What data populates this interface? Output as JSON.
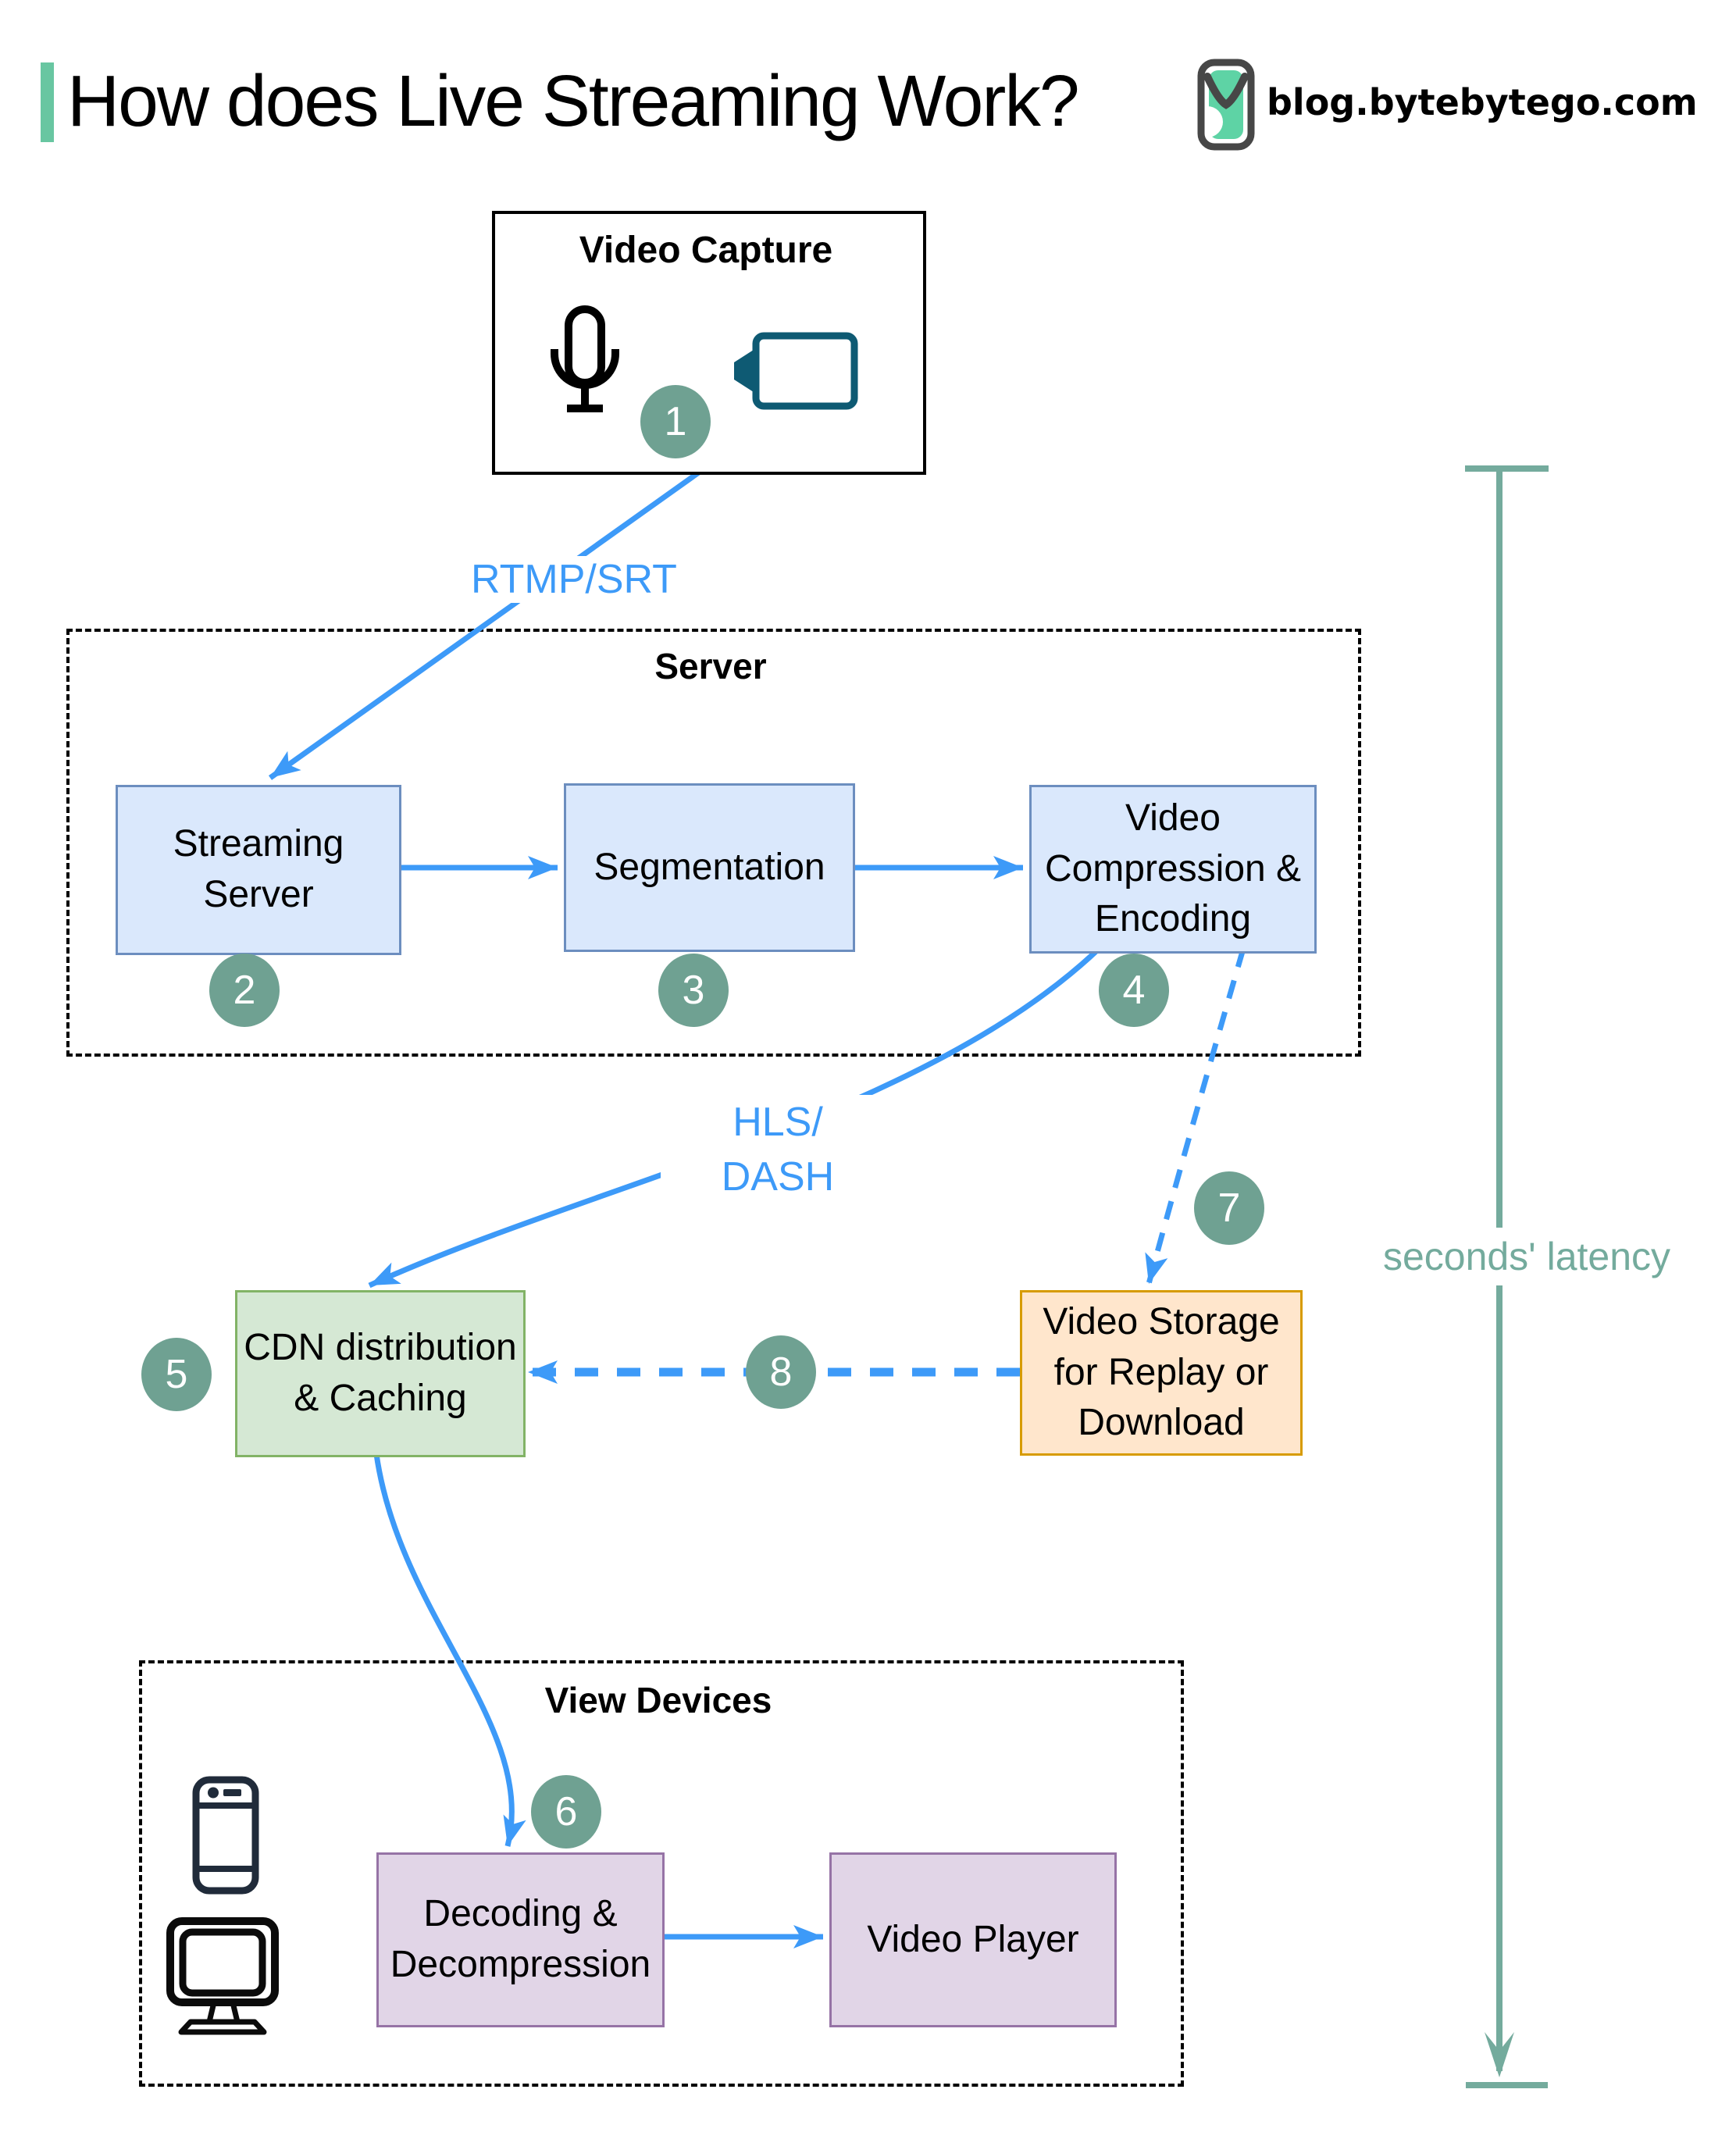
{
  "header": {
    "title": "How does Live Streaming Work?",
    "site": "blog.bytebytego.com"
  },
  "sections": {
    "server": "Server",
    "view_devices": "View Devices"
  },
  "nodes": {
    "video_capture": "Video Capture",
    "streaming_server": "Streaming Server",
    "segmentation": "Segmentation",
    "video_compression": "Video Compression & Encoding",
    "cdn": "CDN distribution & Caching",
    "video_storage": "Video Storage for Replay or Download",
    "decoding": "Decoding & Decompression",
    "video_player": "Video Player"
  },
  "edge_labels": {
    "rtmp": "RTMP/SRT",
    "hls": "HLS/\nDASH",
    "latency": "seconds' latency"
  },
  "steps": [
    "1",
    "2",
    "3",
    "4",
    "5",
    "6",
    "7",
    "8"
  ],
  "icons": {
    "bytebytego_logo": "rounded-cup-logo",
    "microphone": "mic-outline",
    "video_camera": "camera-outline",
    "smartphone": "phone-outline",
    "monitor": "desktop-monitor-outline"
  },
  "colors": {
    "accent": "#68C6A1",
    "arrow": "#3D9AF8",
    "step": "#6FA192",
    "latency": "#74AB9D",
    "node_blue_fill": "#DAE8FC",
    "node_blue_stroke": "#6C8EBF",
    "node_green_fill": "#D5E8D4",
    "node_green_stroke": "#82B366",
    "node_orange_fill": "#FFE6CC",
    "node_orange_stroke": "#D79B00",
    "node_purple_fill": "#E1D5E7",
    "node_purple_stroke": "#9673A6",
    "camera": "#0E5A73",
    "phone": "#202B3A"
  }
}
